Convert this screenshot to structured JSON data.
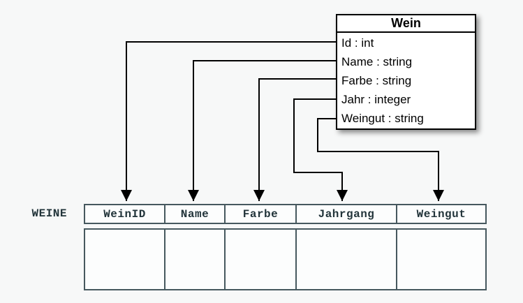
{
  "class_box": {
    "title": "Wein",
    "attributes": [
      "Id : int",
      "Name : string",
      "Farbe : string",
      "Jahr : integer",
      "Weingut : string"
    ]
  },
  "table": {
    "label": "WEINE",
    "columns": [
      "WeinID",
      "Name",
      "Farbe",
      "Jahrgang",
      "Weingut"
    ],
    "rows": [
      [
        "",
        "",
        "",
        "",
        ""
      ]
    ]
  },
  "mappings": [
    {
      "from": "Id",
      "to": "WeinID"
    },
    {
      "from": "Name",
      "to": "Name"
    },
    {
      "from": "Farbe",
      "to": "Farbe"
    },
    {
      "from": "Jahr",
      "to": "Jahrgang"
    },
    {
      "from": "Weingut",
      "to": "Weingut"
    }
  ],
  "colors": {
    "background": "#f7f8f8",
    "box_border": "#000000",
    "box_background": "#ffffff",
    "arrow": "#000000",
    "table_border": "#46585e",
    "table_text": "#22343a",
    "cell_background": "#fcfdfd"
  }
}
